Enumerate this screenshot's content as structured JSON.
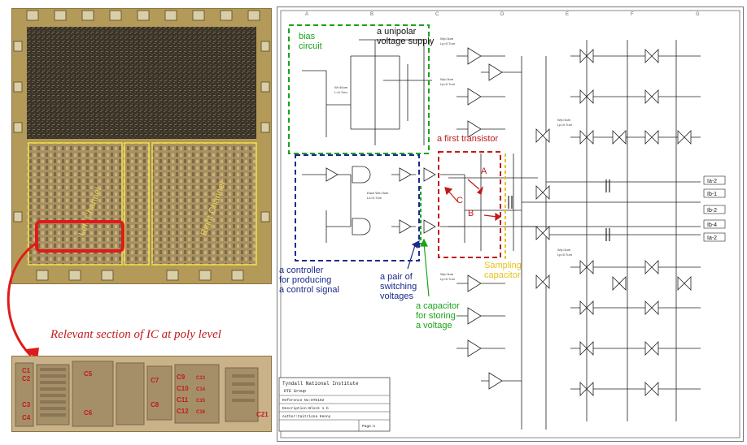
{
  "die_panel": {
    "channel_labels": [
      "Left Channel",
      "Right Channel"
    ],
    "highlight_color": "#e01a1a"
  },
  "caption": "Relevant section of IC at poly level",
  "poly_panel": {
    "capacitors": [
      "C1",
      "C2",
      "C3",
      "C4",
      "C5",
      "C6",
      "C7",
      "C8",
      "C9",
      "C10",
      "C11",
      "C12",
      "C13",
      "C14",
      "C15",
      "C16",
      "C21"
    ]
  },
  "schematic": {
    "grid_cols": [
      "A",
      "B",
      "C",
      "D",
      "E",
      "F",
      "G"
    ],
    "annotations": {
      "bias_circuit": "bias\ncircuit",
      "unipolar": "a unipolar\nvoltage supply",
      "first_transistor": "a first transistor",
      "controller": "a controller\nfor producing\na control signal",
      "switching": "a pair of\nswitching\nvoltages",
      "capacitor_storing": "a capacitor\nfor storing\na voltage",
      "sampling_capacitor": "Sampling\ncapacitor",
      "label_a": "A",
      "label_b": "B",
      "label_c": "C"
    },
    "outputs": [
      "Ia-2",
      "Ib-1",
      "Ib-2",
      "Ib-4",
      "Ia-2"
    ],
    "title_block": {
      "org": "Tyndall National Institute",
      "group": "DTE Group",
      "reference": "Reference No:DTE192",
      "description": "Description:Block 1 b",
      "author": "Author:Caitriona Kenny",
      "page": "Page:1"
    },
    "colors": {
      "bias": "#1aa31a",
      "controller": "#1a2a8c",
      "transistor": "#c11b1b",
      "sampling": "#e6c21a",
      "storing": "#1aa31a",
      "switching": "#1a2a8c"
    }
  }
}
